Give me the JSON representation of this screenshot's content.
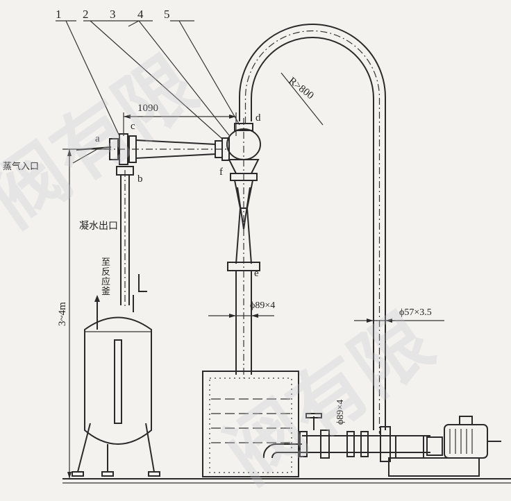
{
  "diagram": {
    "callouts": [
      "1",
      "2",
      "3",
      "4",
      "5"
    ],
    "points": {
      "a": "a",
      "b": "b",
      "c": "c",
      "d": "d",
      "e": "e",
      "f": "f"
    },
    "dimension_1090": "1090",
    "radius_label": "R>800",
    "steam_inlet": "蒸气入口",
    "condensate_outlet": "凝水出口",
    "to_reactor": "至反应釜",
    "height_label": "3~4m",
    "pipe_89_vertical": "ϕ89×4",
    "pipe_57": "ϕ57×3.5",
    "pipe_89_horizontal": "ϕ89×4"
  },
  "colors": {
    "ink": "#2a2a2a",
    "paper": "#f3f2ee",
    "watermark": "#c7c7cf"
  }
}
